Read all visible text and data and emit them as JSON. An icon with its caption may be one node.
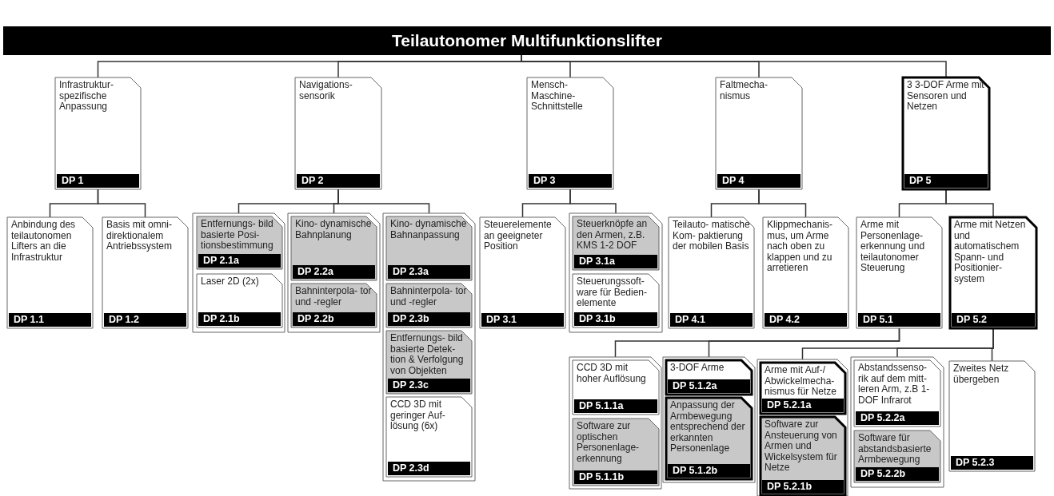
{
  "diagram": {
    "nodes": [
      {
        "text": [
          "Teilautonomer Multifunktionslifter"
        ]
      },
      {
        "text": [
          "Infrastruktur- spezifische Anpassung",
          "DP 1"
        ]
      },
      {
        "text": [
          "Navigations- sensorik",
          "DP 2"
        ]
      },
      {
        "text": [
          "Mensch- Maschine- Schnittstelle",
          "DP 3"
        ]
      },
      {
        "text": [
          "Faltmecha- nismus",
          "DP 4"
        ]
      },
      {
        "text": [
          "3 3-DOF Arme mit Sensoren und Netzen",
          "DP 5"
        ]
      },
      {
        "text": [
          "Anbindung des teilautonomen Lifters an die Infrastruktur",
          "DP 1.1"
        ]
      },
      {
        "text": [
          "Basis mit omni- direktionalem Antriebssystem",
          "DP 1.2"
        ]
      },
      {
        "text": [],
        "shape": "box"
      },
      {
        "text": [
          "Entfernungs- bild basierte Posi- tionsbestimmung",
          "DP 2.1a"
        ],
        "in": 8
      },
      {
        "text": [
          "Laser 2D (2x)",
          "DP 2.1b"
        ],
        "in": 8
      },
      {
        "text": [],
        "shape": "box"
      },
      {
        "text": [
          "Kino- dynamische Bahnplanung",
          "DP 2.2a"
        ],
        "in": 11
      },
      {
        "text": [
          "Bahninterpola- tor und -regler",
          "DP 2.2b"
        ],
        "in": 11
      },
      {
        "text": [],
        "shape": "box"
      },
      {
        "text": [
          "Kino- dynamische Bahnanpassung",
          "DP 2.3a"
        ],
        "in": 14
      },
      {
        "text": [
          "Bahninterpola- tor und -regler",
          "DP 2.3b"
        ],
        "in": 14
      },
      {
        "text": [
          "Entfernungs- bild basierte Detek- tion & Verfolgung von Objekten",
          "DP 2.3c"
        ],
        "in": 14
      },
      {
        "text": [
          "CCD 3D mit geringer Auf- lösung (6x)",
          "DP 2.3d"
        ],
        "in": 14
      },
      {
        "text": [
          "Steuerelemente an geeigneter Position",
          "DP 3.1"
        ]
      },
      {
        "text": [],
        "shape": "box"
      },
      {
        "text": [
          "Steuerknöpfe an den Armen, z.B. KMS 1-2 DOF",
          "DP 3.1a"
        ],
        "in": 20
      },
      {
        "text": [
          "Steuerungssoft- ware für Bedien- elemente",
          "DP 3.1b"
        ],
        "in": 20
      },
      {
        "text": [
          "Teilauto- matische Kom- paktierung der mobilen Basis",
          "DP 4.1"
        ]
      },
      {
        "text": [
          "Klippmechanis- mus, um Arme nach oben zu klappen und zu arretieren",
          "DP 4.2"
        ]
      },
      {
        "text": [
          "Arme mit Personenlage- erkennung und teilautonomer Steuerung",
          "DP 5.1"
        ]
      },
      {
        "text": [
          "Arme mit Netzen und automatischem Spann- und Positionier- system",
          "DP 5.2"
        ]
      },
      {
        "text": [],
        "shape": "box"
      },
      {
        "text": [
          "CCD 3D mit hoher Auflösung",
          "DP 5.1.1a"
        ],
        "in": 27
      },
      {
        "text": [
          "Software zur optischen Personenlage- erkennung",
          "DP 5.1.1b"
        ],
        "in": 27
      },
      {
        "text": [],
        "shape": "box"
      },
      {
        "text": [
          "3-DOF Arme",
          "DP 5.1.2a"
        ],
        "in": 30
      },
      {
        "text": [
          "Anpassung der Armbewegung entsprechend der erkannten Personenlage",
          "DP 5.1.2b"
        ],
        "in": 30
      },
      {
        "text": [],
        "shape": "box"
      },
      {
        "text": [
          "Arme mit Auf-/ Abwickelmecha- nismus für Netze",
          "DP 5.2.1a"
        ],
        "in": 33
      },
      {
        "text": [
          "Software zur Ansteuerung von Armen und Wickelsystem für Netze",
          "DP 5.2.1b"
        ],
        "in": 33
      },
      {
        "text": [],
        "shape": "box"
      },
      {
        "text": [
          "Abstandssenso- rik auf dem mitt- leren Arm, z.B 1-DOF Infrarot",
          "DP 5.2.2a"
        ],
        "in": 36
      },
      {
        "text": [
          "Software für abstandsbasierte Armbewegung",
          "DP 5.2.2b"
        ],
        "in": 36
      },
      {
        "text": [
          "Zweites Netz übergeben",
          "DP 5.2.3"
        ]
      }
    ],
    "edges": [
      {
        "from": 0,
        "to": 1,
        "arrow": "none"
      },
      {
        "from": 0,
        "to": 2,
        "arrow": "none"
      },
      {
        "from": 0,
        "to": 3,
        "arrow": "none"
      },
      {
        "from": 0,
        "to": 4,
        "arrow": "none"
      },
      {
        "from": 0,
        "to": 5,
        "arrow": "none"
      },
      {
        "from": 1,
        "to": 6,
        "arrow": "none"
      },
      {
        "from": 1,
        "to": 7,
        "arrow": "none"
      },
      {
        "from": 2,
        "to": 8,
        "arrow": "none"
      },
      {
        "from": 2,
        "to": 11,
        "arrow": "none"
      },
      {
        "from": 2,
        "to": 14,
        "arrow": "none"
      },
      {
        "from": 3,
        "to": 19,
        "arrow": "none"
      },
      {
        "from": 3,
        "to": 20,
        "arrow": "none"
      },
      {
        "from": 4,
        "to": 23,
        "arrow": "none"
      },
      {
        "from": 4,
        "to": 24,
        "arrow": "none"
      },
      {
        "from": 5,
        "to": 25,
        "arrow": "none"
      },
      {
        "from": 5,
        "to": 26,
        "arrow": "none"
      },
      {
        "from": 25,
        "to": 27,
        "arrow": "none"
      },
      {
        "from": 25,
        "to": 30,
        "arrow": "none"
      },
      {
        "from": 26,
        "to": 33,
        "arrow": "none"
      },
      {
        "from": 26,
        "to": 36,
        "arrow": "none"
      },
      {
        "from": 26,
        "to": 39,
        "arrow": "none"
      }
    ]
  }
}
